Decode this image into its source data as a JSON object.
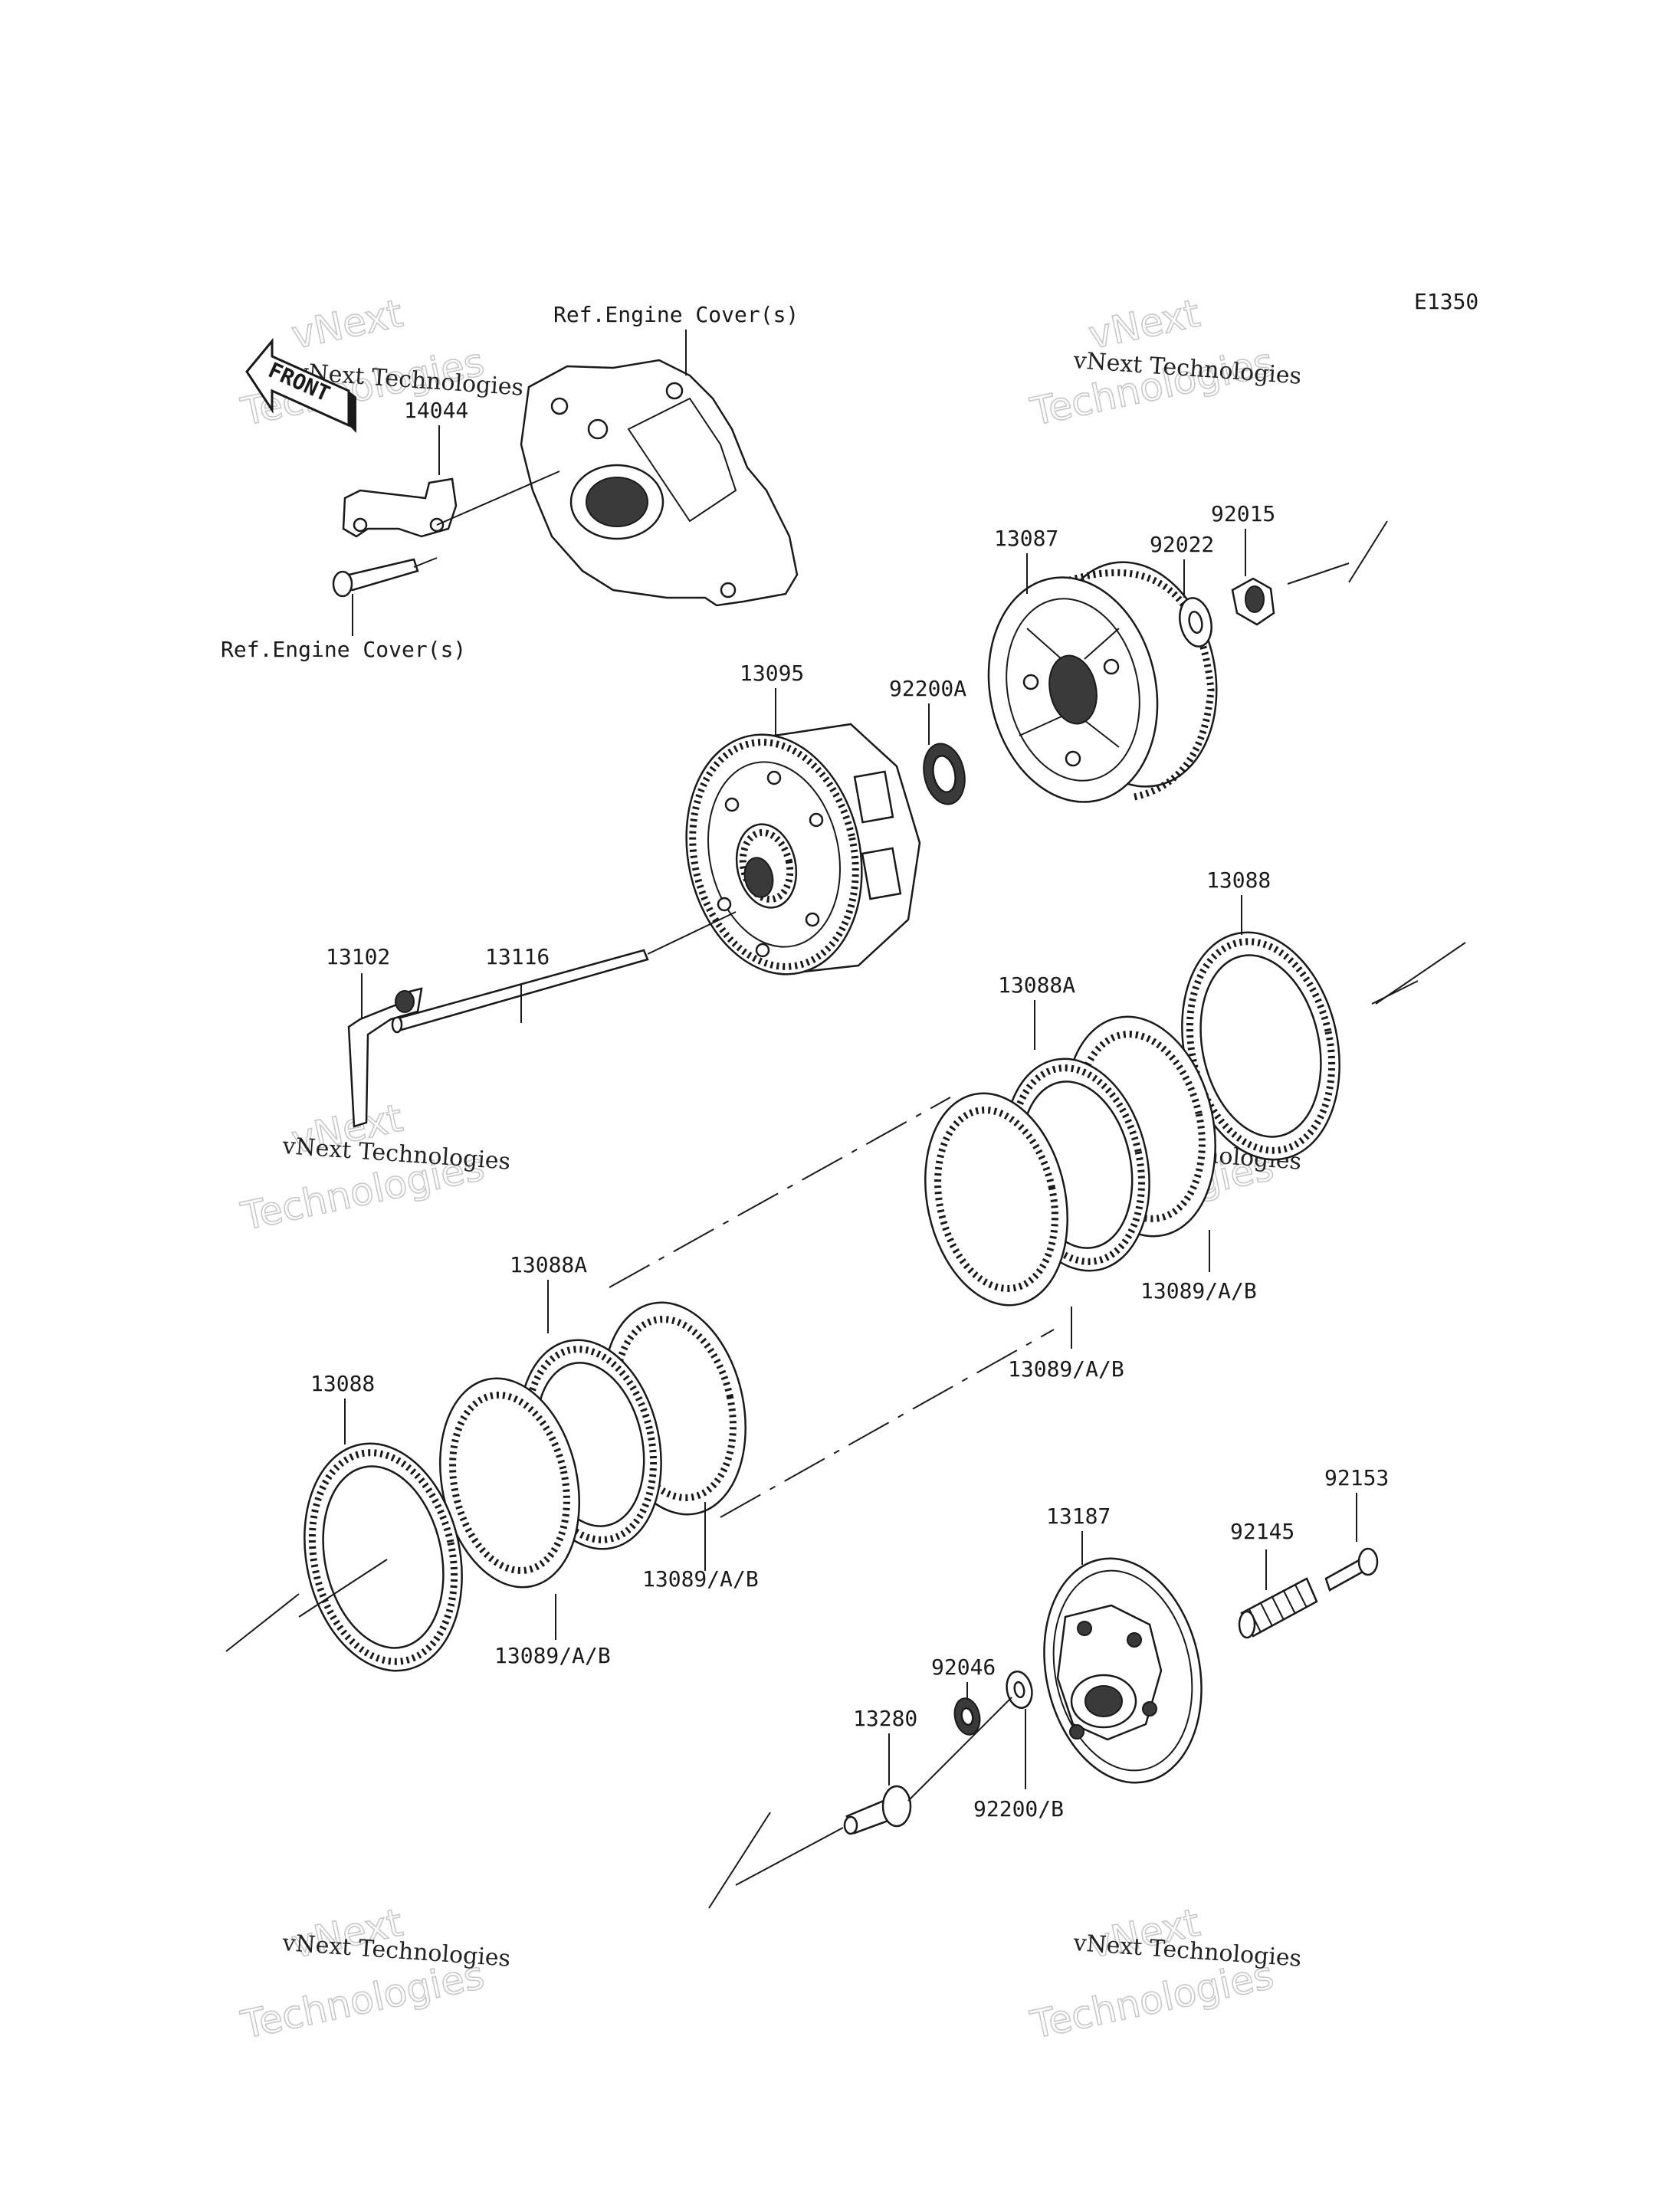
{
  "diagram_code": "E1350",
  "front_label": "FRONT",
  "watermark": {
    "line1": "vNext Technologies",
    "line2": "vNext",
    "line3": "Technologies"
  },
  "labels": {
    "ref_engine_cover_top": "Ref.Engine Cover(s)",
    "ref_engine_cover_bottom": "Ref.Engine Cover(s)",
    "p14044": "14044",
    "p13087": "13087",
    "p92022": "92022",
    "p92015": "92015",
    "p13095": "13095",
    "p92200A": "92200A",
    "p13088_top": "13088",
    "p13102": "13102",
    "p13116": "13116",
    "p13088A_top": "13088A",
    "p13089_right": "13089/A/B",
    "p13089_mid": "13089/A/B",
    "p13088A_left": "13088A",
    "p13088_left": "13088",
    "p13089_lower": "13089/A/B",
    "p13089_bottom": "13089/A/B",
    "p13187": "13187",
    "p92153": "92153",
    "p92145": "92145",
    "p92046": "92046",
    "p13280": "13280",
    "p92200B": "92200/B"
  }
}
